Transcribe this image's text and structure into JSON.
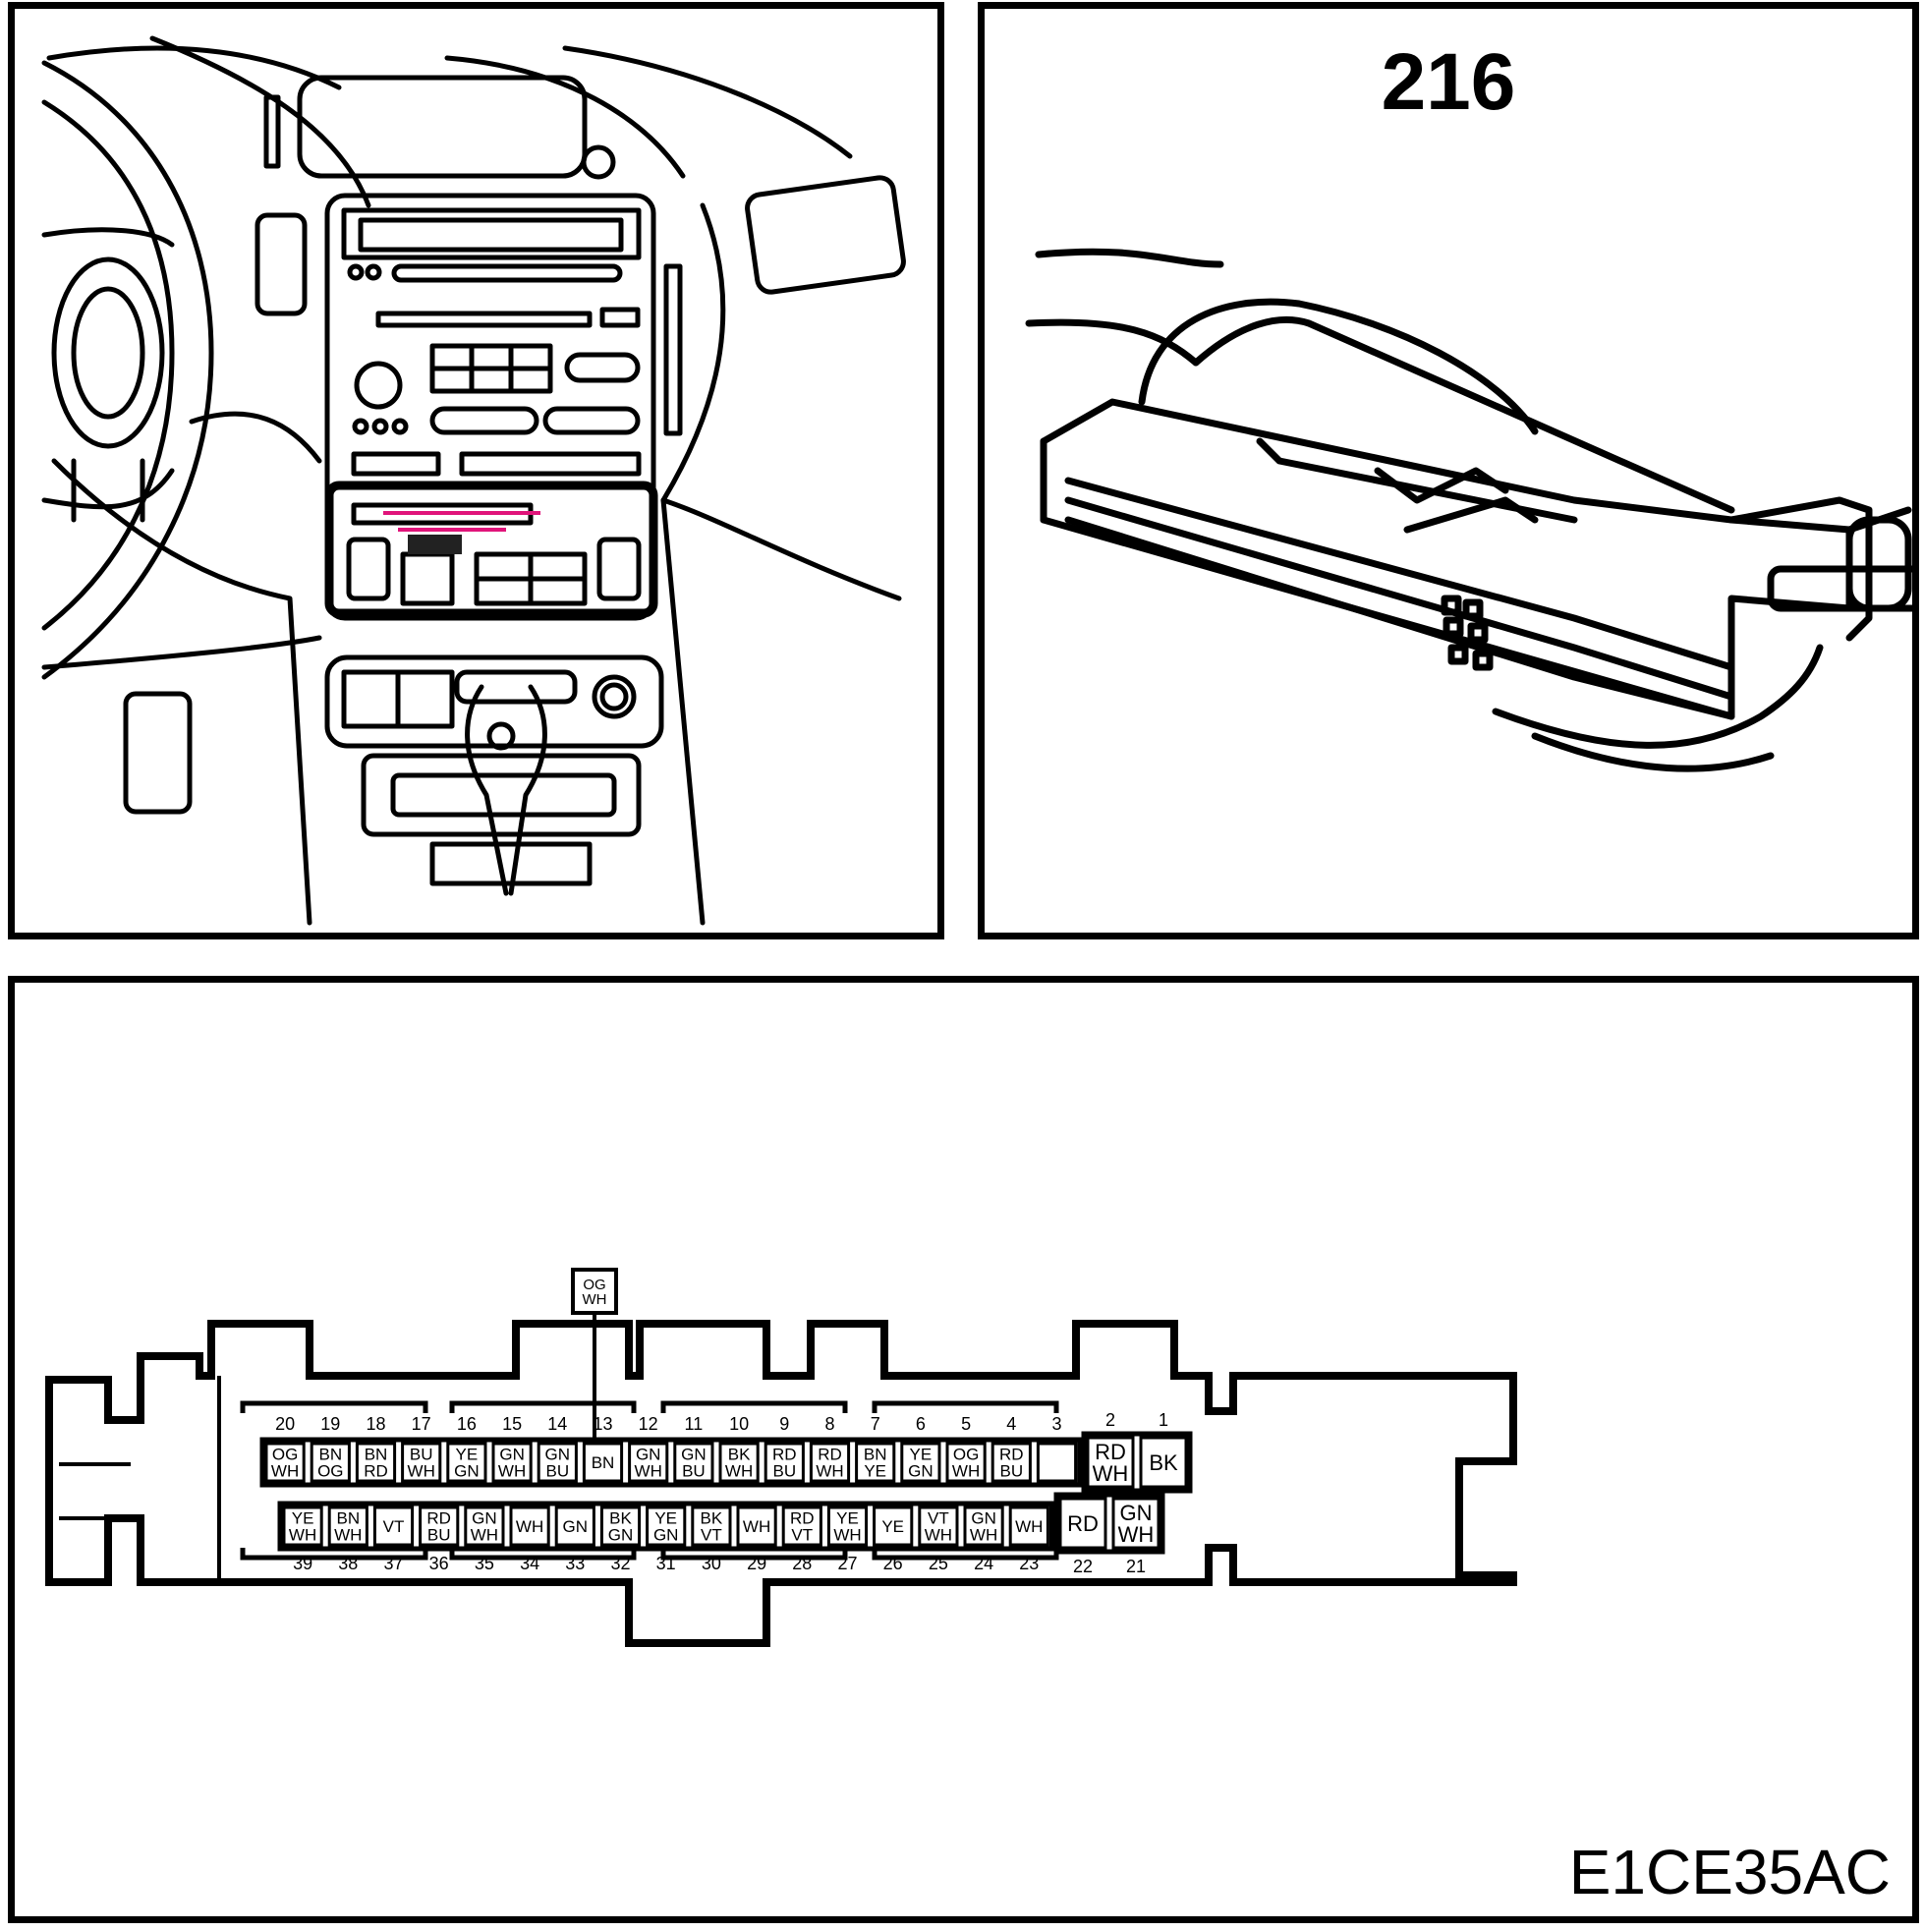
{
  "connector_id": "216",
  "diagram_code": "E1CE35AC",
  "highlight_color": "#e0147a",
  "pinout": {
    "spur_wire": "OG\nWH",
    "top_row": [
      {
        "pin": "20",
        "wire": "OG\nWH"
      },
      {
        "pin": "19",
        "wire": "BN\nOG"
      },
      {
        "pin": "18",
        "wire": "BN\nRD"
      },
      {
        "pin": "17",
        "wire": "BU\nWH"
      },
      {
        "pin": "16",
        "wire": "YE\nGN"
      },
      {
        "pin": "15",
        "wire": "GN\nWH"
      },
      {
        "pin": "14",
        "wire": "GN\nBU"
      },
      {
        "pin": "13",
        "wire": "BN"
      },
      {
        "pin": "12",
        "wire": "GN\nWH"
      },
      {
        "pin": "11",
        "wire": "GN\nBU"
      },
      {
        "pin": "10",
        "wire": "BK\nWH"
      },
      {
        "pin": "9",
        "wire": "RD\nBU"
      },
      {
        "pin": "8",
        "wire": "RD\nWH"
      },
      {
        "pin": "7",
        "wire": "BN\nYE"
      },
      {
        "pin": "6",
        "wire": "YE\nGN"
      },
      {
        "pin": "5",
        "wire": "OG\nWH"
      },
      {
        "pin": "4",
        "wire": "RD\nBU"
      },
      {
        "pin": "3",
        "wire": ""
      }
    ],
    "top_power": [
      {
        "pin": "2",
        "wire": "RD\nWH"
      },
      {
        "pin": "1",
        "wire": "BK"
      }
    ],
    "bottom_row": [
      {
        "pin": "39",
        "wire": "YE\nWH"
      },
      {
        "pin": "38",
        "wire": "BN\nWH"
      },
      {
        "pin": "37",
        "wire": "VT"
      },
      {
        "pin": "36",
        "wire": "RD\nBU"
      },
      {
        "pin": "35",
        "wire": "GN\nWH"
      },
      {
        "pin": "34",
        "wire": "WH"
      },
      {
        "pin": "33",
        "wire": "GN"
      },
      {
        "pin": "32",
        "wire": "BK\nGN"
      },
      {
        "pin": "31",
        "wire": "YE\nGN"
      },
      {
        "pin": "30",
        "wire": "BK\nVT"
      },
      {
        "pin": "29",
        "wire": "WH"
      },
      {
        "pin": "28",
        "wire": "RD\nVT"
      },
      {
        "pin": "27",
        "wire": "YE\nWH"
      },
      {
        "pin": "26",
        "wire": "YE"
      },
      {
        "pin": "25",
        "wire": "VT\nWH"
      },
      {
        "pin": "24",
        "wire": "GN\nWH"
      },
      {
        "pin": "23",
        "wire": "WH"
      }
    ],
    "bottom_power": [
      {
        "pin": "22",
        "wire": "RD"
      },
      {
        "pin": "21",
        "wire": "GN\nWH"
      }
    ]
  }
}
